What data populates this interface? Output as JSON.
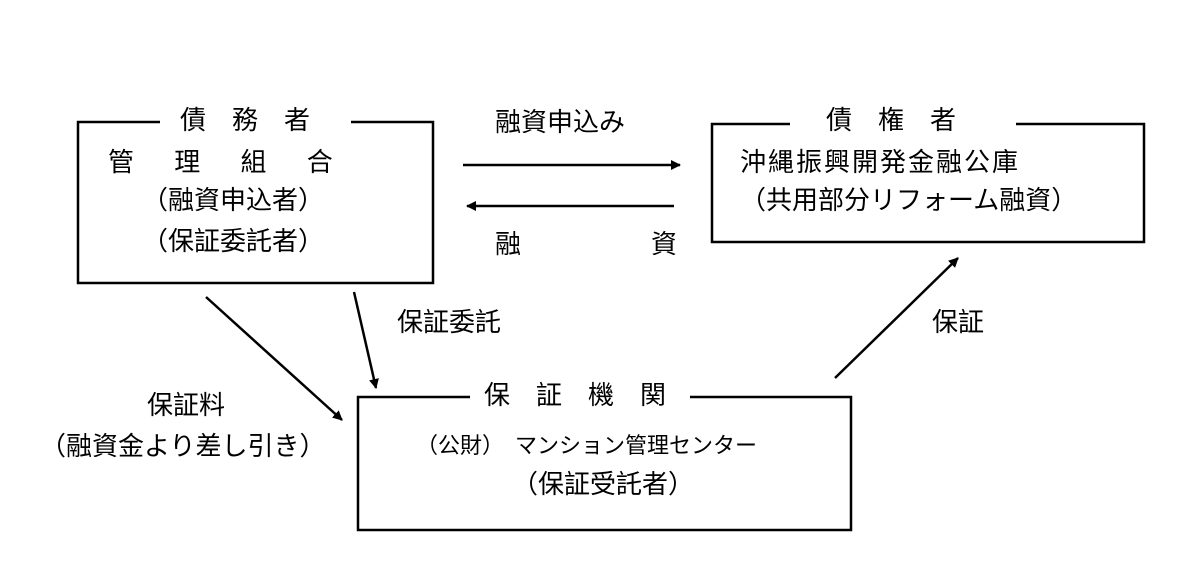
{
  "debtor": {
    "title": "債　務　者",
    "line1": "管　 理　 組　 合",
    "line2": "（融資申込者）",
    "line3": "（保証委託者）"
  },
  "creditor": {
    "title": "債　権　者",
    "line1": "沖縄振興開発金融公庫",
    "line2": "（共用部分リフォーム融資）"
  },
  "guarantor": {
    "title": "保　証　機　関",
    "line1": "（公財）　マンション管理センター",
    "line2": "（保証受託者）"
  },
  "labels": {
    "application": "融資申込み",
    "loan_left": "融",
    "loan_right": "資",
    "guarantee_request": "保証委託",
    "guarantee_fee": "保証料",
    "fee_note": "（融資金より差し引き）",
    "guarantee": "保証"
  }
}
